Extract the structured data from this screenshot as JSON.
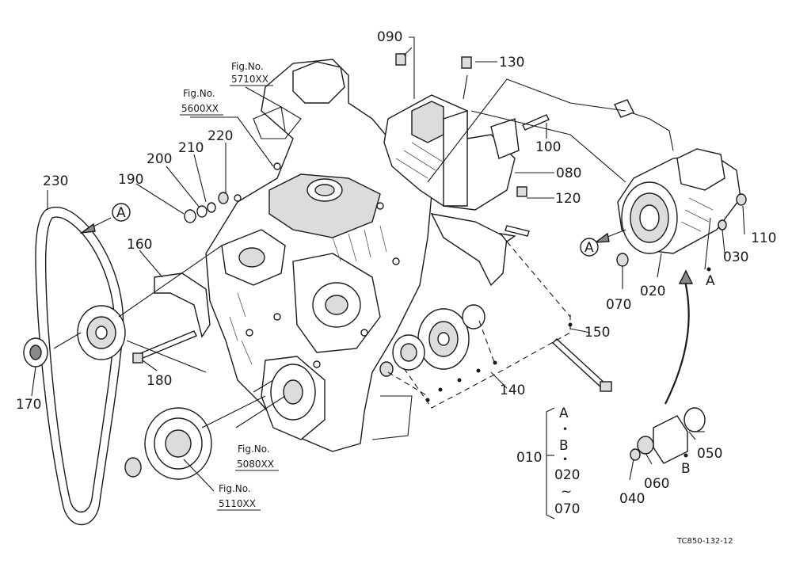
{
  "parts": [
    {
      "key": "p090",
      "label": "090"
    },
    {
      "key": "p130",
      "label": "130"
    },
    {
      "key": "p100",
      "label": "100"
    },
    {
      "key": "p080",
      "label": "080"
    },
    {
      "key": "p120",
      "label": "120"
    },
    {
      "key": "p110",
      "label": "110"
    },
    {
      "key": "p030",
      "label": "030"
    },
    {
      "key": "p020",
      "label": "020"
    },
    {
      "key": "p070",
      "label": "070"
    },
    {
      "key": "p150",
      "label": "150"
    },
    {
      "key": "p140",
      "label": "140"
    },
    {
      "key": "p230",
      "label": "230"
    },
    {
      "key": "p220",
      "label": "220"
    },
    {
      "key": "p210",
      "label": "210"
    },
    {
      "key": "p200",
      "label": "200"
    },
    {
      "key": "p190",
      "label": "190"
    },
    {
      "key": "p160",
      "label": "160"
    },
    {
      "key": "p170",
      "label": "170"
    },
    {
      "key": "p180",
      "label": "180"
    },
    {
      "key": "p050",
      "label": "050"
    },
    {
      "key": "p060",
      "label": "060"
    },
    {
      "key": "p040",
      "label": "040"
    }
  ],
  "fig_refs": {
    "fig_label": "Fig.No.",
    "f5710": "5710XX",
    "f5600": "5600XX",
    "f5080": "5080XX",
    "f5110": "5110XX"
  },
  "markers": {
    "arrow_a": "A",
    "point_a": "A",
    "point_b": "B"
  },
  "group_010": {
    "label": "010",
    "line1": "A",
    "dot1": "・",
    "line2": "B",
    "dot2": "・",
    "line3": "020",
    "tilde": "~",
    "line4": "070"
  },
  "drawing_code": "TC850-132-12"
}
